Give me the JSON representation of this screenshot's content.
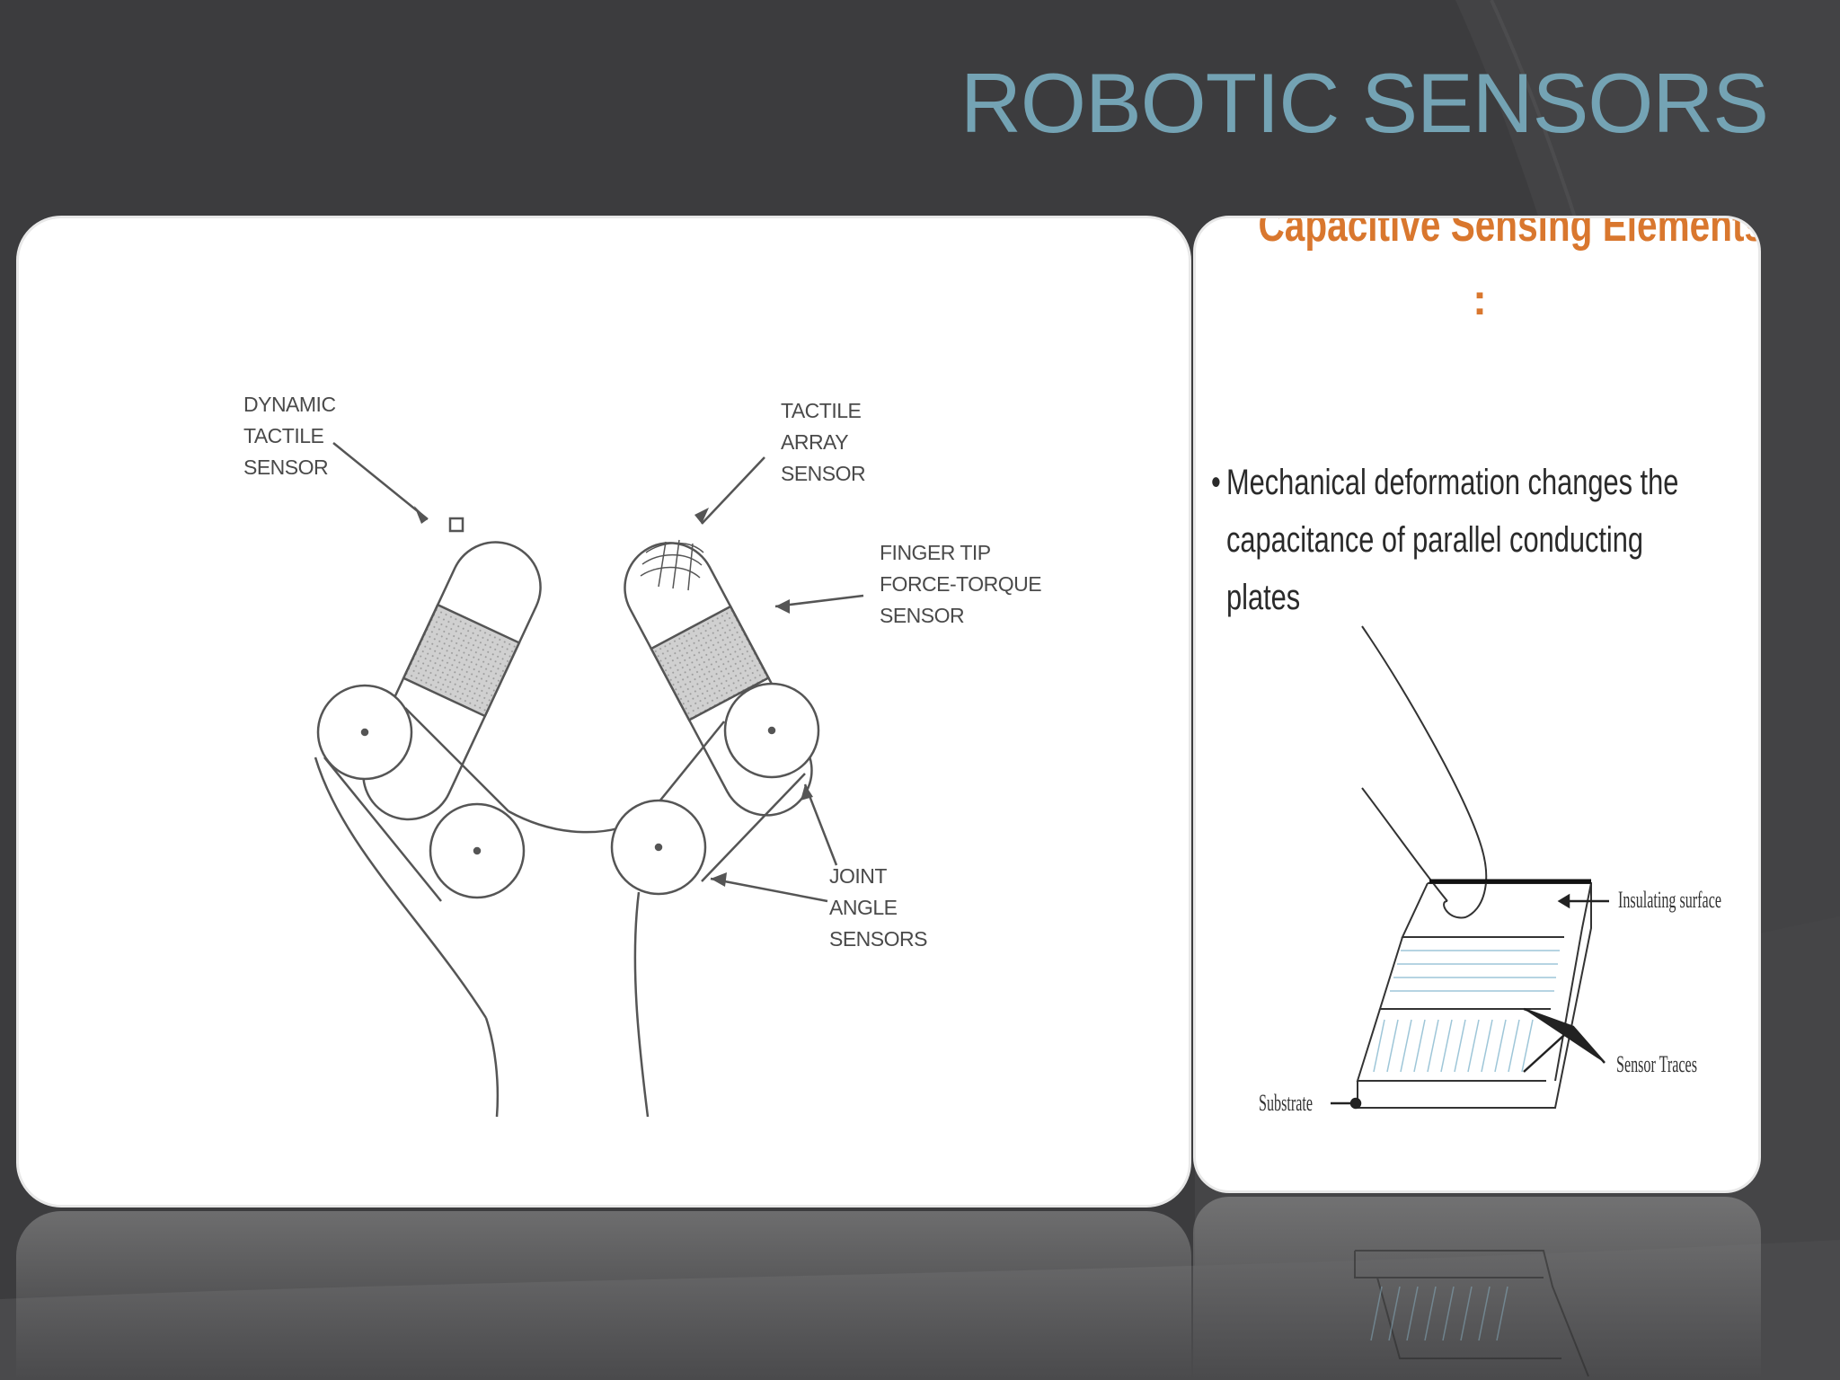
{
  "slide": {
    "title": "ROBOTIC SENSORS"
  },
  "colors": {
    "background": "#3c3c3e",
    "title": "#74a3b4",
    "heading_accent": "#d9772e"
  },
  "left_diagram": {
    "labels": {
      "dynamic_tactile_sensor": [
        "DYNAMIC",
        "TACTILE",
        "SENSOR"
      ],
      "tactile_array_sensor": [
        "TACTILE",
        "ARRAY",
        "SENSOR"
      ],
      "finger_tip_force_torque_sensor": [
        "FINGER TIP",
        "FORCE-TORQUE",
        "SENSOR"
      ],
      "joint_angle_sensors": [
        "JOINT",
        "ANGLE",
        "SENSORS"
      ]
    }
  },
  "right_panel": {
    "heading": "Capacitive Sensing Elements",
    "heading_suffix": ":",
    "bullet": "Mechanical deformation changes the capacitance of parallel conducting plates",
    "labels": {
      "insulating_surface": "Insulating surface",
      "sensor_traces": "Sensor Traces",
      "substrate": "Substrate"
    }
  }
}
